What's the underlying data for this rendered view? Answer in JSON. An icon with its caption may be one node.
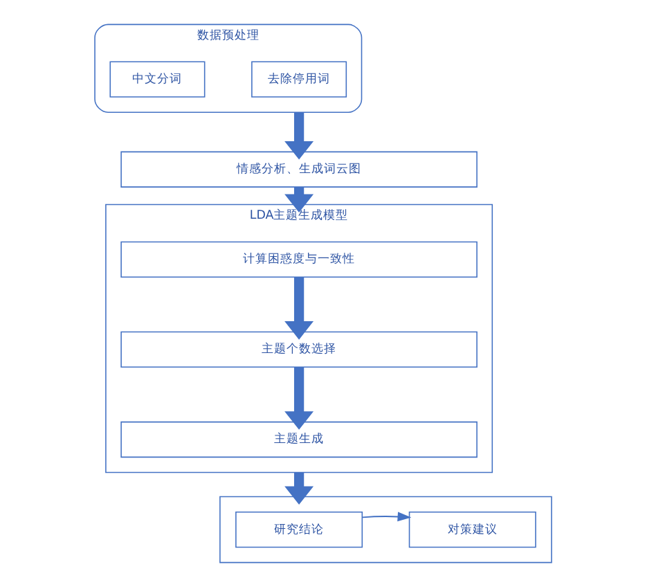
{
  "diagram": {
    "nodes": [
      {
        "text": [
          "数据预处理"
        ]
      },
      {
        "text": [
          "中文分词"
        ],
        "in": 0
      },
      {
        "text": [
          "去除停用词"
        ],
        "in": 0
      },
      {
        "text": [
          "情感分析、生成词云图"
        ]
      },
      {
        "text": [
          "LDA主题生成模型"
        ]
      },
      {
        "text": [
          "计算困惑度与一致性"
        ],
        "in": 4
      },
      {
        "text": [
          "主题个数选择"
        ],
        "in": 4
      },
      {
        "text": [
          "主题生成"
        ],
        "in": 4
      },
      {
        "text": [],
        "shape": "box"
      },
      {
        "text": [
          "研究结论"
        ],
        "in": 8
      },
      {
        "text": [
          "对策建议"
        ],
        "in": 8
      }
    ],
    "edges": [
      {
        "from": 0,
        "to": 3,
        "arrow": "to"
      },
      {
        "from": 3,
        "to": 4,
        "arrow": "to"
      },
      {
        "from": 5,
        "to": 6,
        "arrow": "to"
      },
      {
        "from": 6,
        "to": 7,
        "arrow": "to"
      },
      {
        "from": 4,
        "to": 8,
        "arrow": "to"
      },
      {
        "from": 9,
        "to": 10,
        "arrow": "to"
      }
    ]
  }
}
